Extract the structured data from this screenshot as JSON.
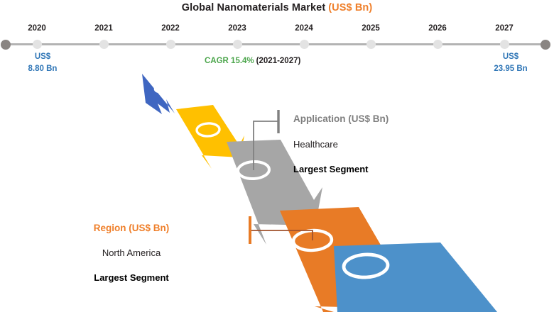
{
  "title": {
    "main": "Global Nanomaterials Market",
    "unit": "(US$ Bn)"
  },
  "timeline": {
    "years": [
      "2020",
      "2021",
      "2022",
      "2023",
      "2024",
      "2025",
      "2026",
      "2027"
    ],
    "start_value": {
      "line1": "US$",
      "line2": "8.80 Bn"
    },
    "end_value": {
      "line1": "US$",
      "line2": "23.95 Bn"
    },
    "cagr": {
      "rate": "CAGR 15.4%",
      "period": "(2021-2027)"
    }
  },
  "callouts": [
    {
      "id": "application",
      "heading": "Application (US$ Bn)",
      "subtitle": "Healthcare",
      "note": "Largest Segment",
      "heading_color": "#7f7f7f",
      "connector_color": "#808080"
    },
    {
      "id": "region",
      "heading": "Region (US$ Bn)",
      "subtitle": "North America",
      "note": "Largest Segment",
      "heading_color": "#ef7f2a",
      "connector_color": "#a0522d"
    }
  ],
  "colors": {
    "title_text": "#231f20",
    "title_unit": "#ef7f2a",
    "cagr_green": "#4ca64c",
    "endpoint_blue": "#2e75b6",
    "timeline_line": "#b3b3b3",
    "timeline_dot": "#e3e3e3",
    "timeline_dot_end": "#8a8582",
    "chevron_blue_small": "#3f66c1",
    "chevron_amber": "#ffc000",
    "chevron_gray": "#a6a6a6",
    "chevron_orange": "#e87b26",
    "chevron_blue_large": "#4d91ca"
  },
  "chart_data": {
    "type": "area",
    "title": "Global Nanomaterials Market (US$ Bn)",
    "xlabel": "",
    "ylabel": "US$ Bn",
    "categories": [
      "2020",
      "2021",
      "2022",
      "2023",
      "2024",
      "2025",
      "2026",
      "2027"
    ],
    "series": [
      {
        "name": "Global Nanomaterials Market",
        "values": [
          8.8,
          null,
          null,
          null,
          null,
          null,
          null,
          23.95
        ]
      }
    ],
    "annotations": [
      "CAGR 15.4% (2021-2027)",
      "Application (US$ Bn) - Healthcare - Largest Segment",
      "Region (US$ Bn) - North America - Largest Segment"
    ],
    "legend": "none",
    "grid": false
  },
  "chevrons": [
    {
      "name": "chevron-blue-small",
      "color": "#3f66c1",
      "order": 1
    },
    {
      "name": "chevron-amber",
      "color": "#ffc000",
      "order": 2
    },
    {
      "name": "chevron-gray",
      "color": "#a6a6a6",
      "order": 3
    },
    {
      "name": "chevron-orange",
      "color": "#e87b26",
      "order": 4
    },
    {
      "name": "chevron-blue-large",
      "color": "#4d91ca",
      "order": 5
    }
  ]
}
